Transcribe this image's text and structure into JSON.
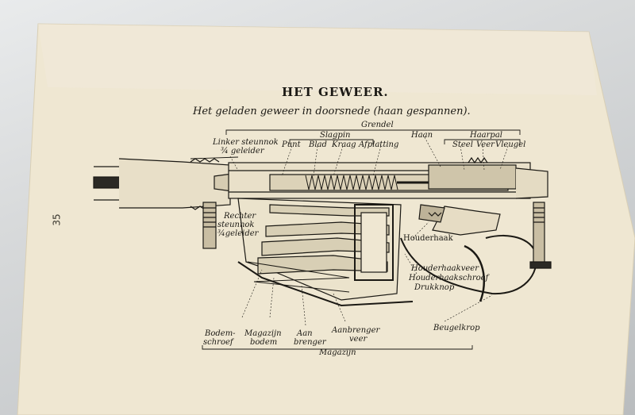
{
  "page": {
    "title": "HET GEWEER.",
    "subtitle": "Het geladen geweer in doorsnede (haan gespannen).",
    "page_number": "35"
  },
  "labels_top": {
    "grendel": "Grendel",
    "stagpin": "Slagpin",
    "haan": "Haan",
    "haarpal": "Haarpal",
    "linker_steunnok_1": "Linker steunnok",
    "linker_steunnok_2": "¾ geleider",
    "punt": "Punt",
    "blad": "Blad",
    "kraag": "Kraag",
    "afplatting": "Afplatting",
    "steel": "Steel",
    "veer": "Veer",
    "vleugel": "Vleugel"
  },
  "labels_mid": {
    "rechter_1": "Rechter",
    "rechter_2": "steunnok",
    "rechter_3": "¾geleider",
    "houderhaak": "Houderhaak",
    "houderhaakveer": "Houderhaakveer",
    "houderhaakschroef": "Houderhaakschroef",
    "drukknop": "Drukknop"
  },
  "labels_bottom": {
    "bodem_1": "Bodem-",
    "bodem_2": "schroef",
    "magazijn_bodem_1": "Magazijn",
    "magazijn_bodem_2": "bodem",
    "aanbrenger_1": "Aan",
    "aanbrenger_2": "brenger",
    "aanbrengerveer_1": "Aanbrenger",
    "aanbrengerveer_2": "veer",
    "beugelkrop": "Beugelkrop",
    "magazijn": "Magazijn"
  },
  "colors": {
    "paper": "#efe7d2",
    "ink": "#1b1914",
    "background": "#d4d6d7"
  }
}
